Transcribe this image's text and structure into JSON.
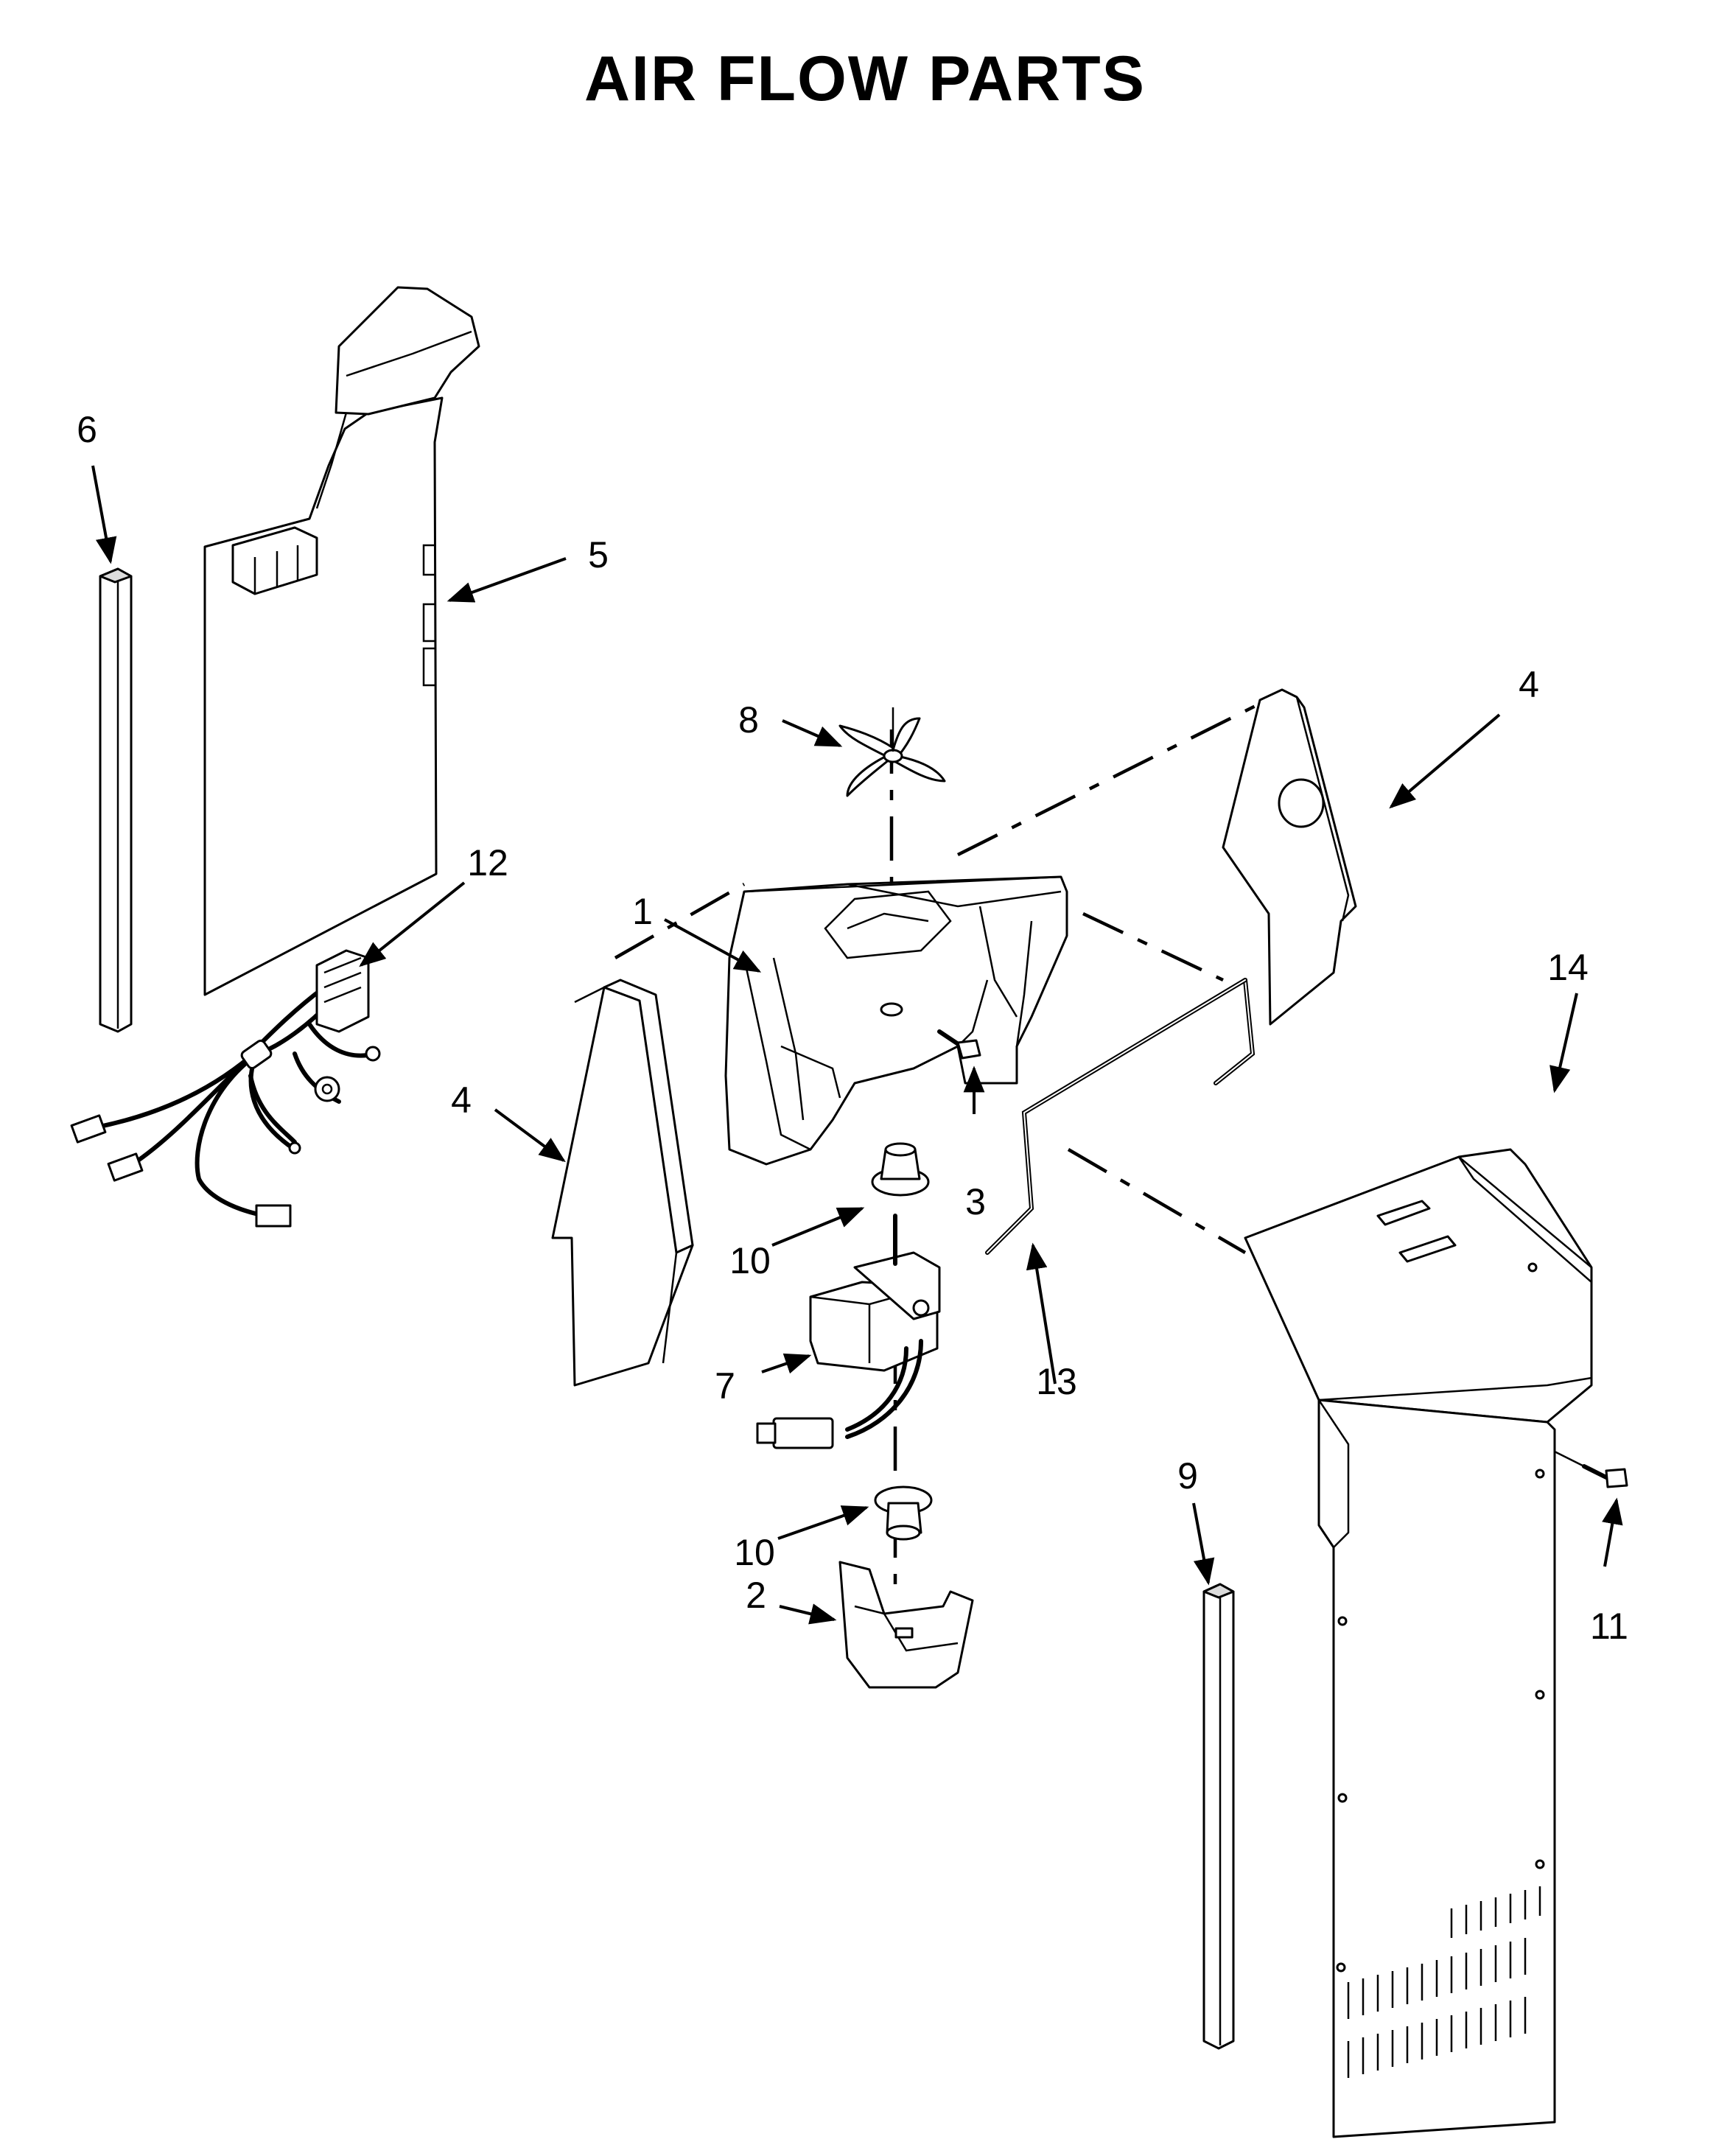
{
  "title": "AIR FLOW PARTS",
  "callouts": [
    {
      "id": "1",
      "label": "1"
    },
    {
      "id": "2",
      "label": "2"
    },
    {
      "id": "3",
      "label": "3"
    },
    {
      "id": "4a",
      "label": "4"
    },
    {
      "id": "4b",
      "label": "4"
    },
    {
      "id": "5",
      "label": "5"
    },
    {
      "id": "6",
      "label": "6"
    },
    {
      "id": "7",
      "label": "7"
    },
    {
      "id": "8",
      "label": "8"
    },
    {
      "id": "9",
      "label": "9"
    },
    {
      "id": "10a",
      "label": "10"
    },
    {
      "id": "10b",
      "label": "10"
    },
    {
      "id": "11",
      "label": "11"
    },
    {
      "id": "12",
      "label": "12"
    },
    {
      "id": "13",
      "label": "13"
    },
    {
      "id": "14",
      "label": "14"
    }
  ]
}
